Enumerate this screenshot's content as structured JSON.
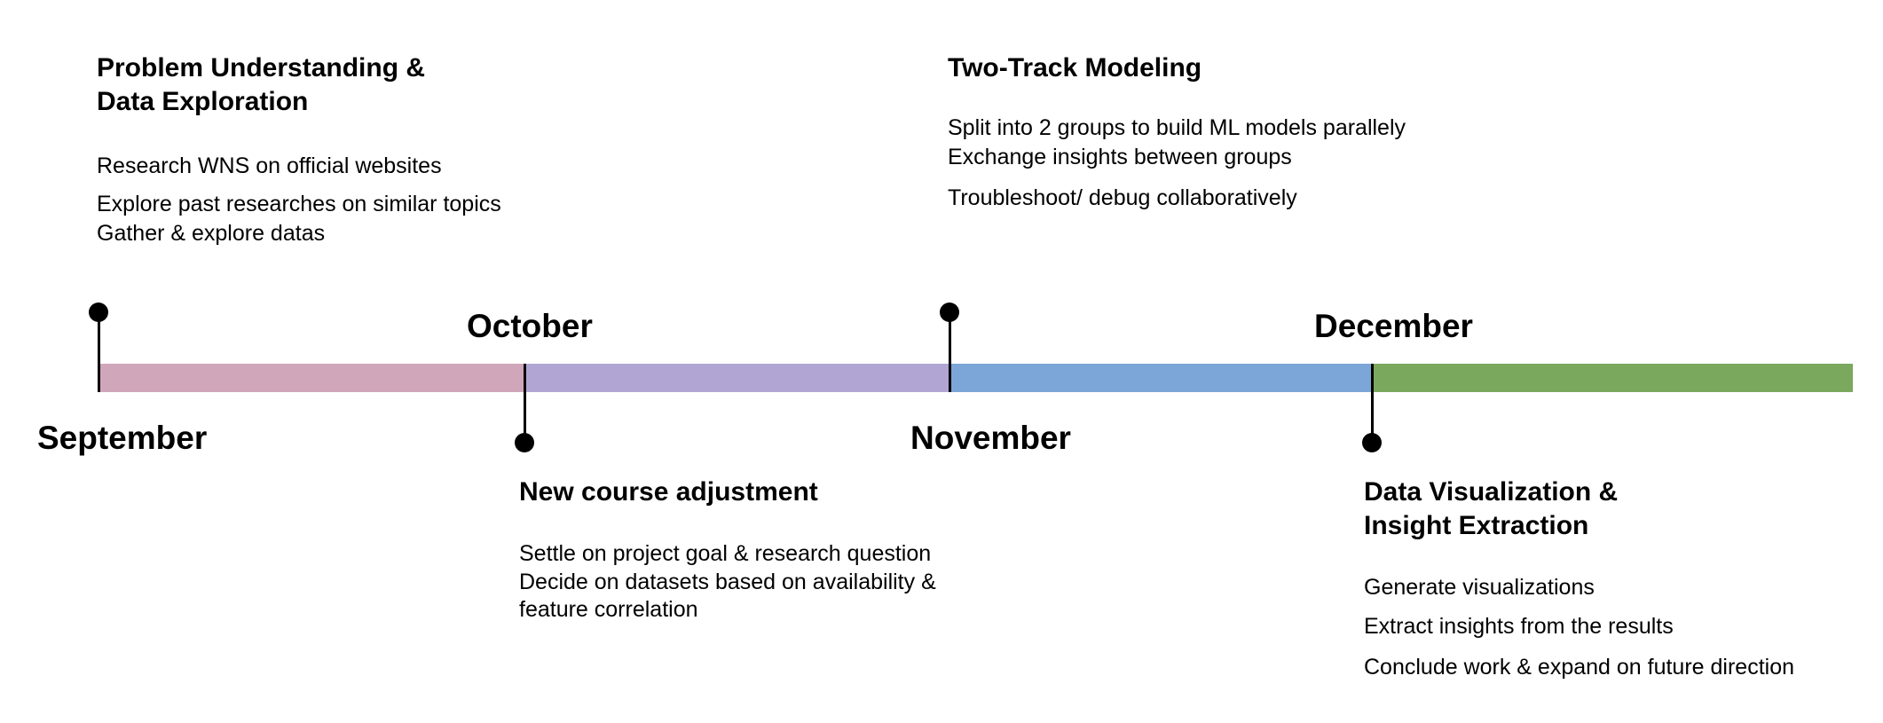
{
  "colors": {
    "segment_1": "#d0a6bb",
    "segment_2": "#b1a6d3",
    "segment_3": "#7ba6d7",
    "segment_4": "#7aa95e"
  },
  "months": {
    "september": "September",
    "october": "October",
    "november": "November",
    "december": "December"
  },
  "phases": [
    {
      "title": "Problem Understanding & Data Exploration",
      "items": [
        "Research WNS on official websites",
        "Explore past researches on similar topics",
        "Gather & explore datas"
      ]
    },
    {
      "title": "New course adjustment",
      "items": [
        "Settle on project goal & research question",
        "Decide on datasets based on availability & feature correlation"
      ]
    },
    {
      "title": "Two-Track Modeling",
      "items": [
        "Split into 2 groups to build ML models parallely",
        "Exchange insights between groups",
        "Troubleshoot/ debug collaboratively"
      ]
    },
    {
      "title": "Data Visualization & Insight Extraction",
      "items": [
        "Generate visualizations",
        "Extract insights from the results",
        "Conclude work & expand on future direction"
      ]
    }
  ]
}
